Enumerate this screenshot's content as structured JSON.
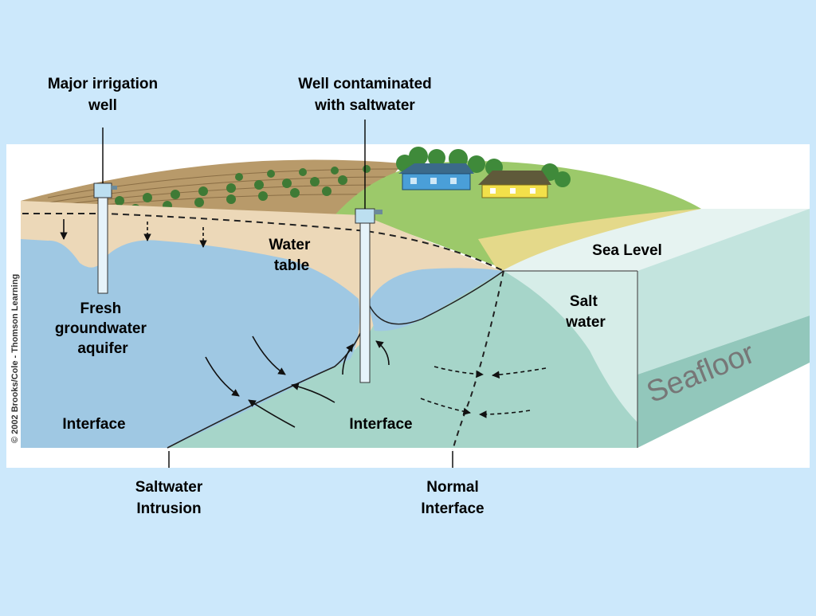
{
  "diagram": {
    "top_labels": {
      "irrigation_well": [
        "Major irrigation",
        "well"
      ],
      "contaminated_well": [
        "Well contaminated",
        "with saltwater"
      ]
    },
    "inner_labels": {
      "water_table": [
        "Water",
        "table"
      ],
      "sea_level": "Sea Level",
      "salt_water": [
        "Salt",
        "water"
      ],
      "fresh_aquifer": [
        "Fresh",
        "groundwater",
        "aquifer"
      ],
      "interface_left": "Interface",
      "interface_center": "Interface",
      "seafloor": "Seafloor",
      "credit": "© 2002 Brooks/Cole - Thomson Learning"
    },
    "bottom_labels": {
      "saltwater_intrusion": [
        "Saltwater",
        "Intrusion"
      ],
      "normal_interface": [
        "Normal",
        "Interface"
      ]
    },
    "colors": {
      "background": "#cce8fb",
      "fresh_water": "#9fc8e3",
      "salt_water": "#a6d5c9",
      "sand": "#ecd8b8",
      "grass": "#9cc96a",
      "ocean_face": "#d6ede8",
      "house_blue": "#4a9fd8",
      "house_yellow": "#f2e04a"
    }
  }
}
